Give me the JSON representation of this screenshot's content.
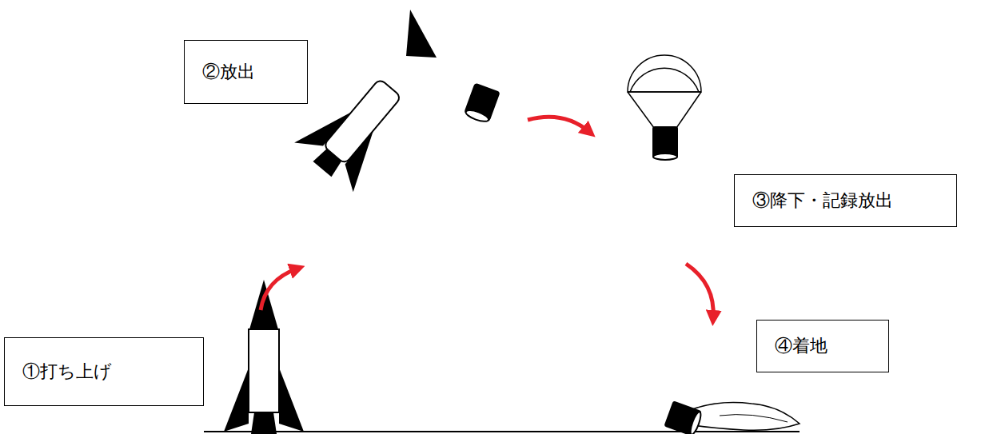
{
  "diagram": {
    "nodes": [
      {
        "text": [
          "①打ち上げ"
        ]
      },
      {
        "text": [
          "②放出"
        ]
      },
      {
        "text": [
          "③降下・記録放出"
        ]
      },
      {
        "text": [
          "④着地"
        ]
      }
    ]
  }
}
